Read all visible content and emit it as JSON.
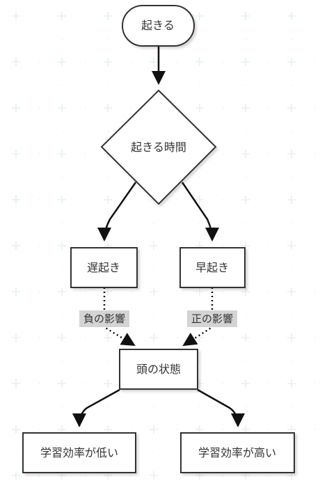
{
  "diagram": {
    "nodes": {
      "start": "起きる",
      "decision": "起きる時間",
      "late": "遅起き",
      "early": "早起き",
      "head": "頭の状態",
      "low": "学習効率が低い",
      "high": "学習効率が高い"
    },
    "edges": {
      "negative": "負の影響",
      "positive": "正の影響"
    }
  },
  "colors": {
    "node_fill": "#ffffff",
    "node_stroke": "#333333",
    "edge": "#111111",
    "edge_label_bg": "#d4d4d4",
    "grid_cross": "#e3f2f0",
    "grid_dot": "#eeeeee"
  }
}
